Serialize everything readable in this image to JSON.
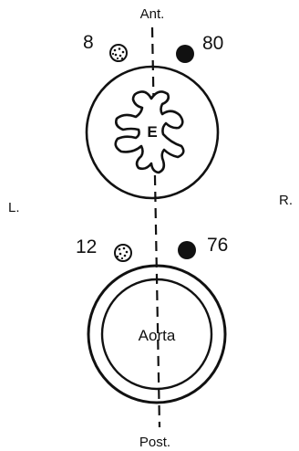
{
  "labels": {
    "anterior": "Ant.",
    "posterior": "Post.",
    "left": "L.",
    "right": "R.",
    "esophagus": "E",
    "aorta": "Aorta"
  },
  "markers": {
    "upper_left": "8",
    "upper_right": "80",
    "lower_left": "12",
    "lower_right": "76"
  },
  "colors": {
    "ink": "#111111",
    "background": "#ffffff"
  }
}
